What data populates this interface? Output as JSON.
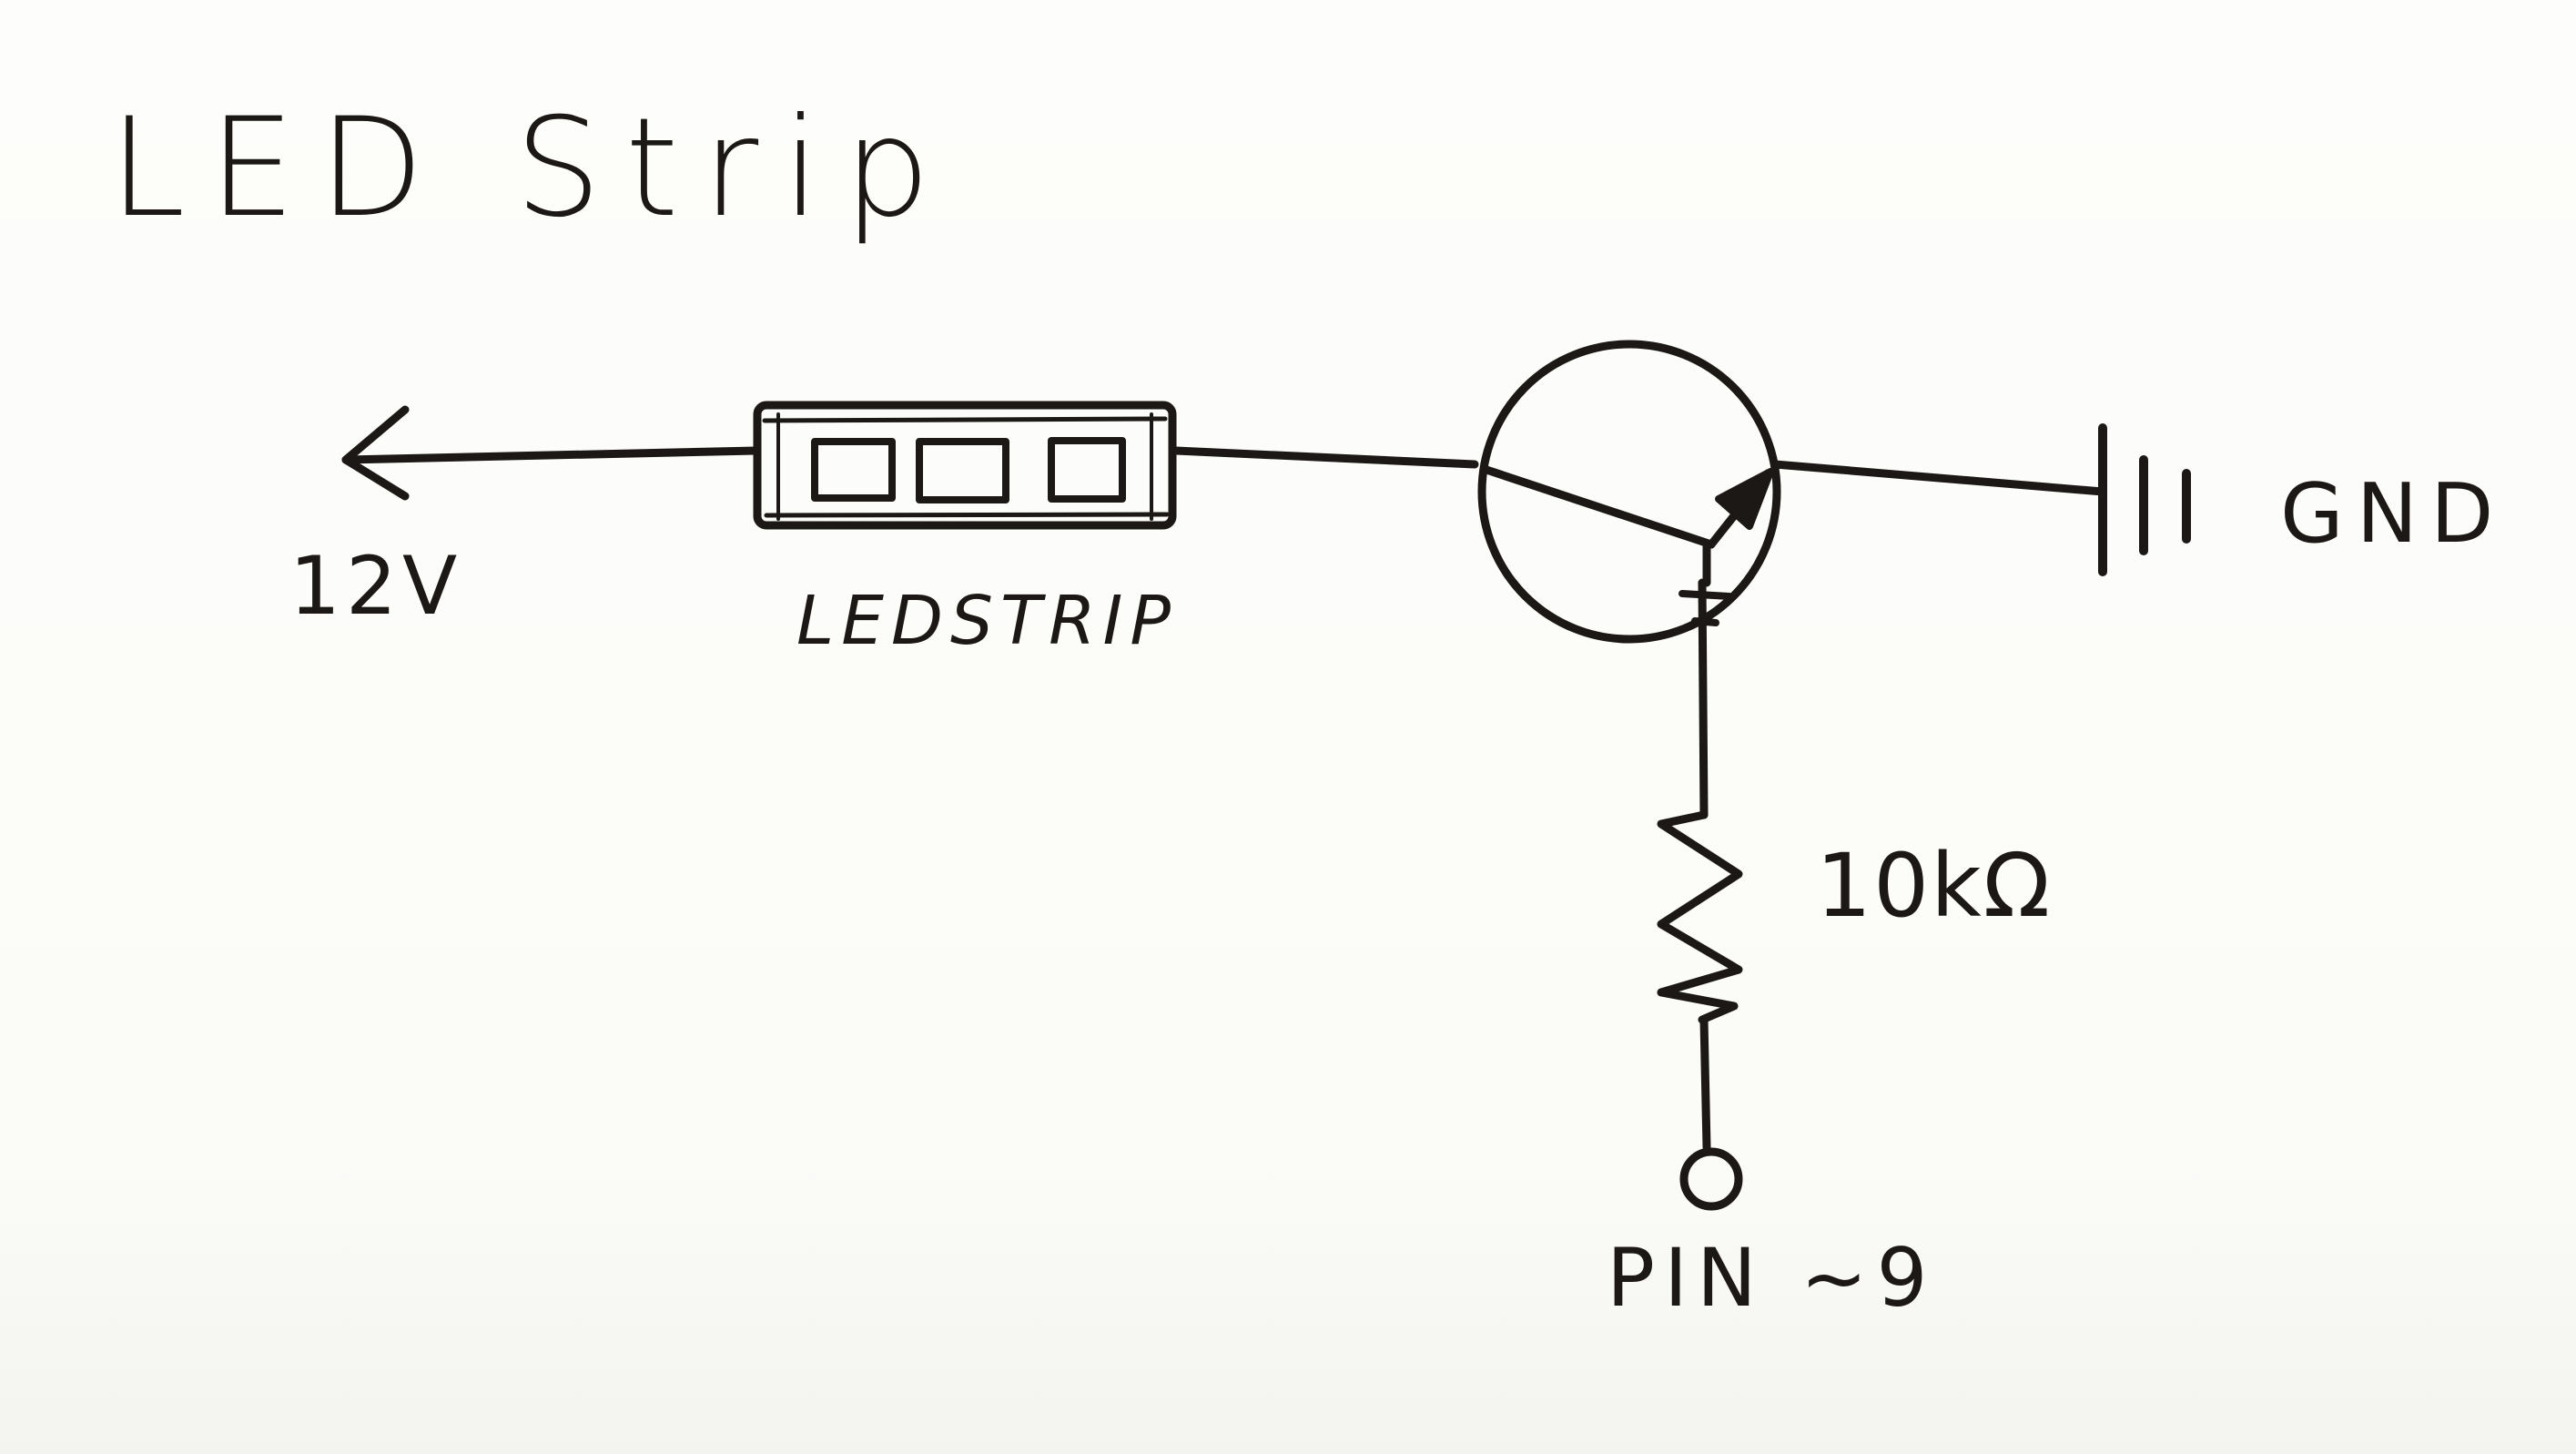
{
  "title": "LED Strip",
  "labels": {
    "supply": "12V",
    "led_strip": "LEDSTRIP",
    "ground": "GND",
    "resistor": "10kΩ",
    "pin": "PIN ~9"
  },
  "components": [
    {
      "name": "supply-arrow",
      "type": "voltage-source-arrow",
      "label": "12V"
    },
    {
      "name": "led-strip",
      "type": "led-strip",
      "label": "LEDSTRIP",
      "cells": 3
    },
    {
      "name": "transistor",
      "type": "npn-transistor"
    },
    {
      "name": "ground",
      "type": "ground-symbol",
      "label": "GND"
    },
    {
      "name": "resistor",
      "type": "resistor",
      "label": "10kΩ"
    },
    {
      "name": "pin-terminal",
      "type": "terminal",
      "label": "PIN ~9"
    }
  ],
  "colors": {
    "ink": "#1c1815",
    "paper": "#fbfbf9"
  }
}
